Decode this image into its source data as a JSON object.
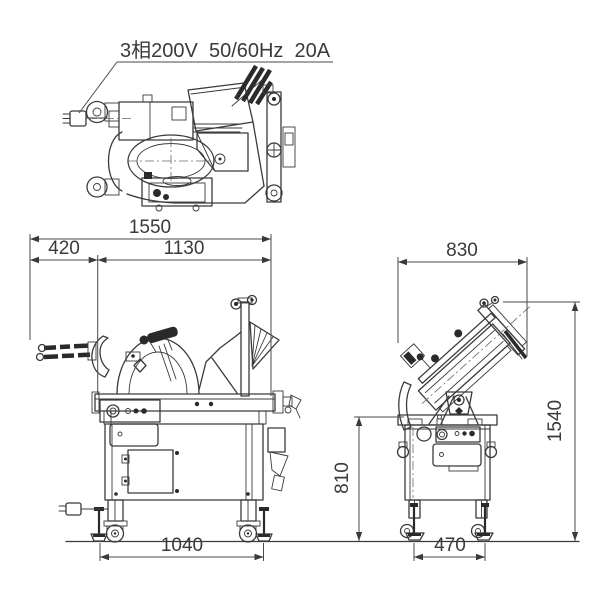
{
  "drawing": {
    "power_spec": "3相200V  50/60Hz  20A",
    "dimensions": {
      "overall_width": "1550",
      "attachment_width": "420",
      "body_width": "1130",
      "overall_depth": "830",
      "base_width": "1040",
      "base_depth": "470",
      "table_height": "810",
      "overall_height": "1540"
    },
    "colors": {
      "line": "#3a3a3a",
      "dimension": "#4a4a4a",
      "background": "#ffffff"
    }
  }
}
